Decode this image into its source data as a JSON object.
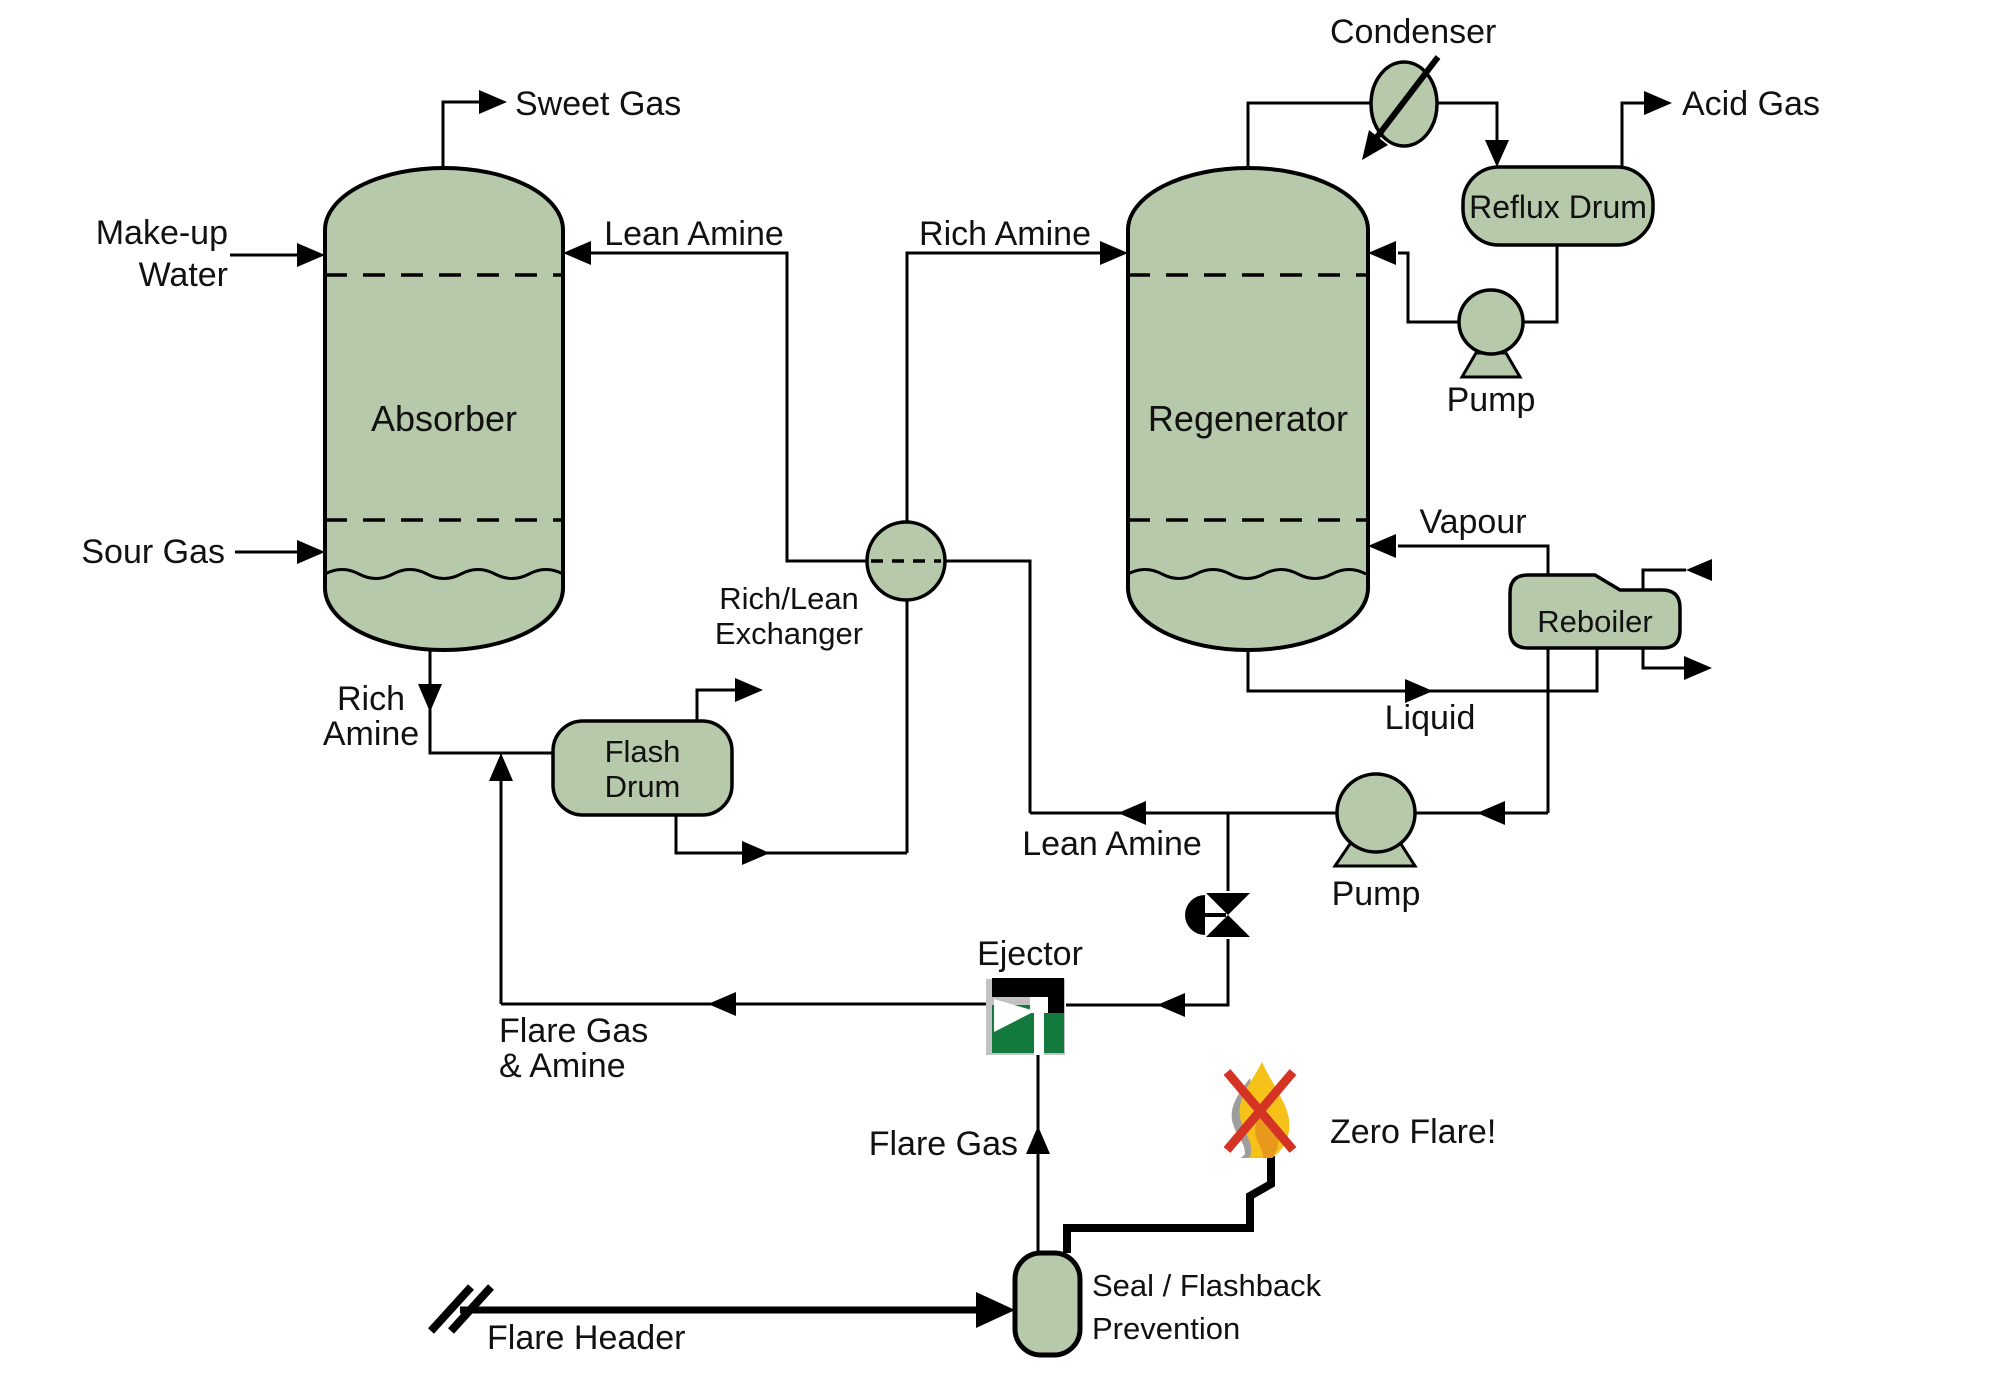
{
  "colors": {
    "background": "#ffffff",
    "vessel_fill": "#b7c9ab",
    "outline": "#000000",
    "ejector_green": "#137a3e",
    "ejector_gray": "#c2c2c2",
    "flame_yellow": "#f6c21a",
    "flame_orange": "#e8991b",
    "flame_gray": "#9e9e9e",
    "cross_red": "#d53425"
  },
  "equipment": {
    "absorber": "Absorber",
    "regenerator": "Regenerator",
    "flash_drum": "Flash\nDrum",
    "reflux_drum": "Reflux Drum",
    "reboiler": "Reboiler",
    "rich_lean_exchanger": "Rich/Lean\nExchanger",
    "condenser": "Condenser",
    "reflux_pump": "Pump",
    "lean_amine_pump": "Pump",
    "ejector": "Ejector",
    "seal_drum": "Seal / Flashback\nPrevention"
  },
  "streams": {
    "sweet_gas": "Sweet Gas",
    "make_up_water": "Make-up\nWater",
    "lean_amine_top": "Lean Amine",
    "rich_amine_top": "Rich Amine",
    "sour_gas": "Sour Gas",
    "rich_amine_bottom": "Rich\nAmine",
    "acid_gas": "Acid Gas",
    "vapour": "Vapour",
    "liquid": "Liquid",
    "lean_amine_return": "Lean Amine",
    "flare_gas_amine": "Flare Gas\n& Amine",
    "flare_gas": "Flare Gas",
    "flare_header": "Flare Header"
  },
  "annotations": {
    "zero_flare": "Zero Flare!"
  }
}
